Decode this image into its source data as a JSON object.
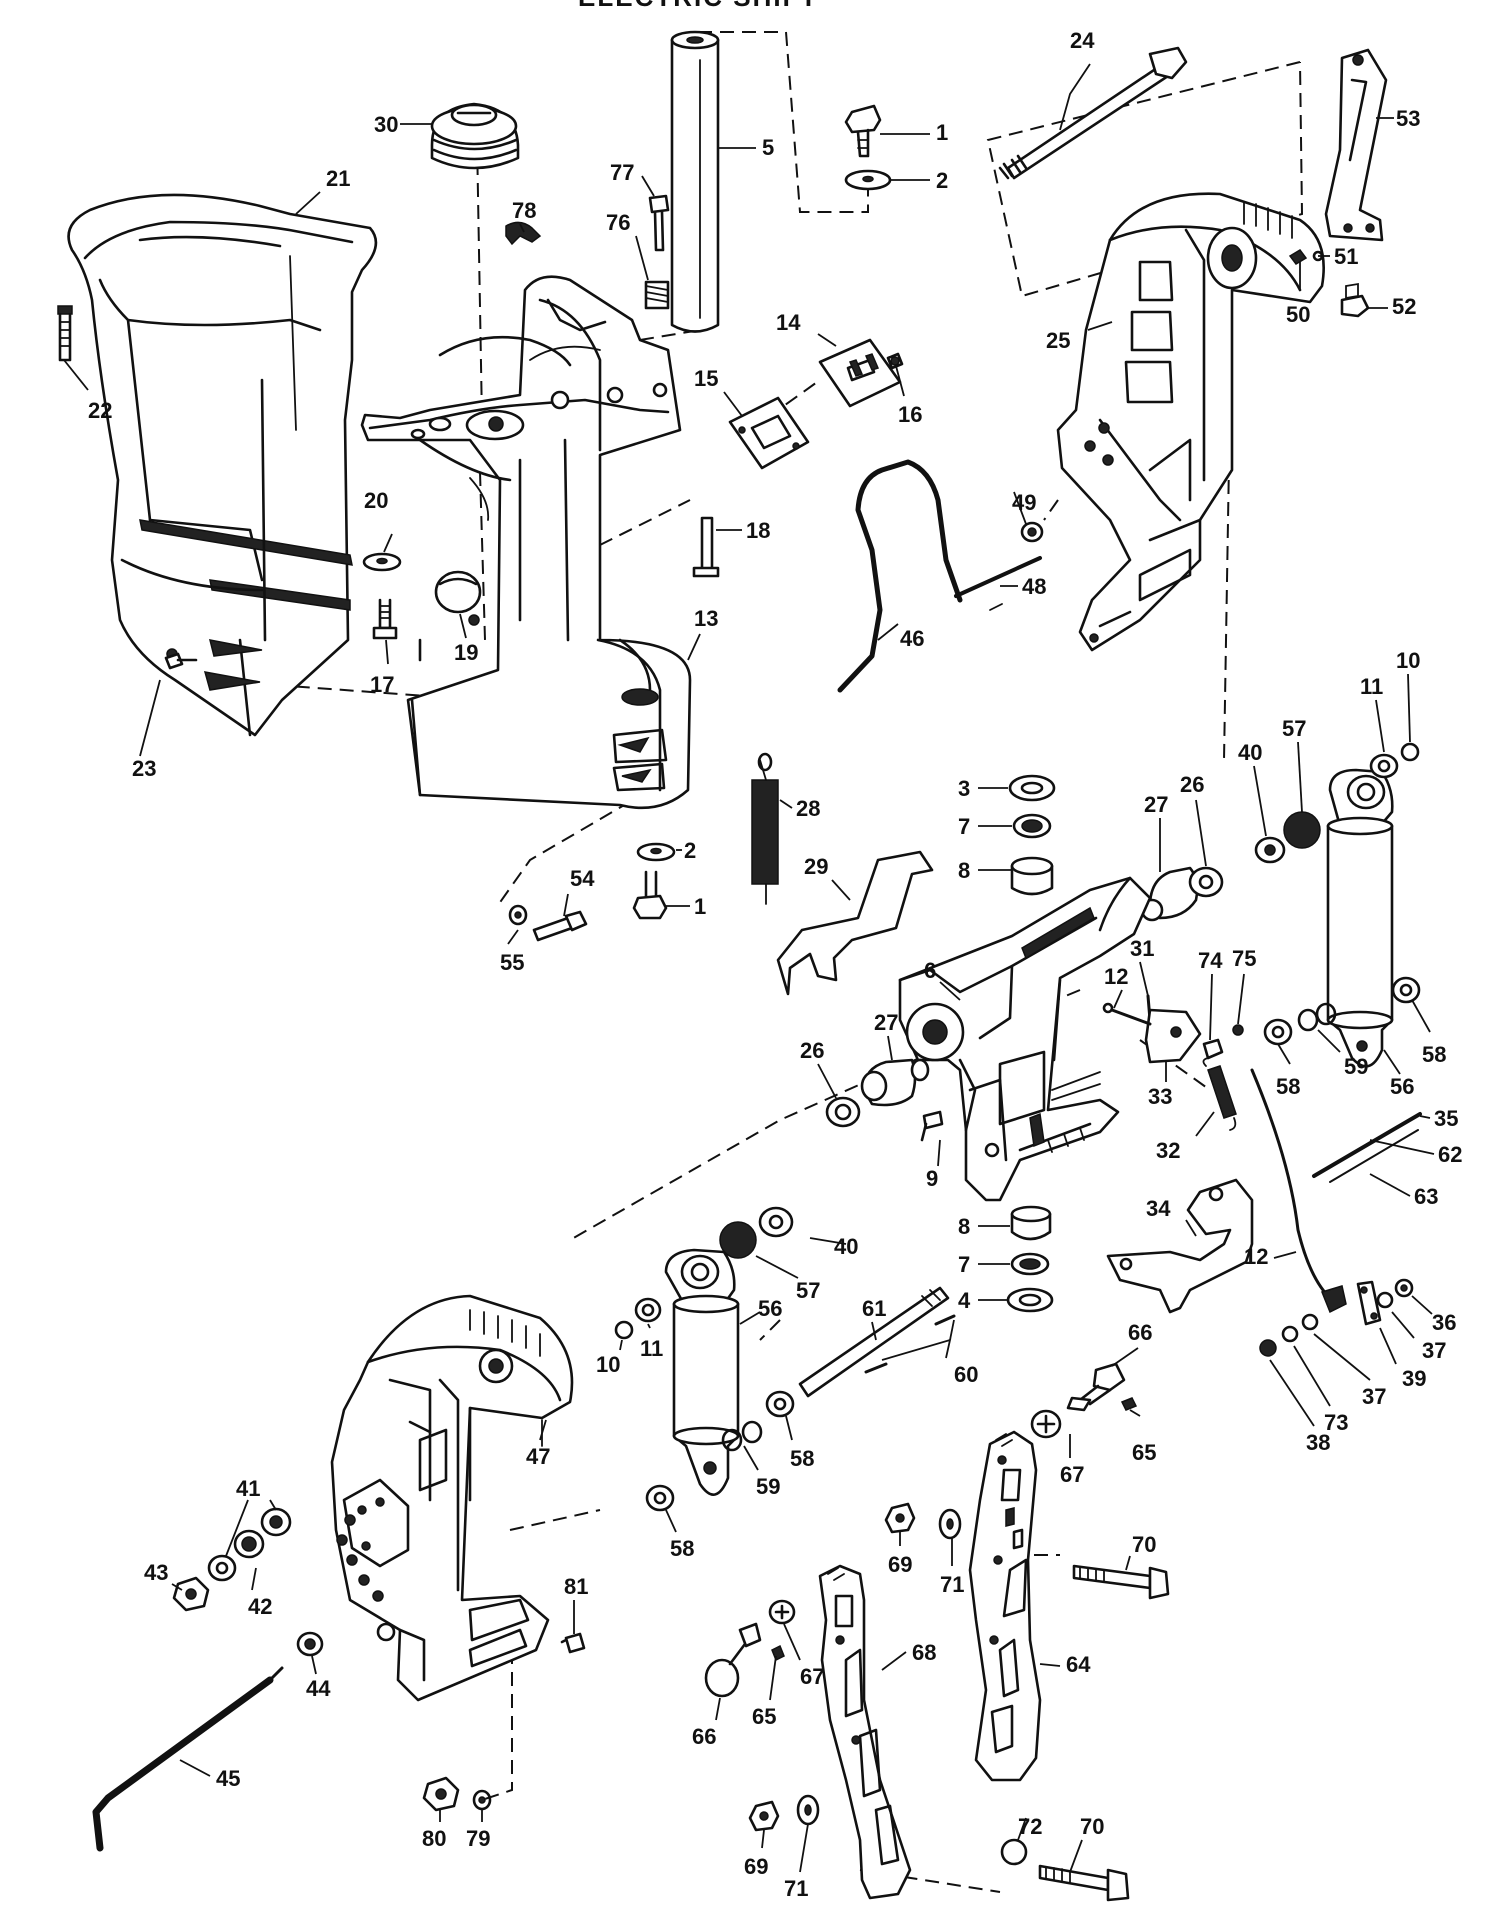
{
  "header": {
    "title": "ELECTRIC SHIFT"
  },
  "callouts": {
    "c1a": "1",
    "c1b": "1",
    "c2a": "2",
    "c2b": "2",
    "c3": "3",
    "c4": "4",
    "c5": "5",
    "c6": "6",
    "c7a": "7",
    "c7b": "7",
    "c8a": "8",
    "c8b": "8",
    "c9": "9",
    "c10a": "10",
    "c10b": "10",
    "c11a": "11",
    "c11b": "11",
    "c12a": "12",
    "c12b": "12",
    "c13": "13",
    "c14": "14",
    "c15": "15",
    "c16": "16",
    "c17": "17",
    "c18": "18",
    "c19": "19",
    "c20": "20",
    "c21": "21",
    "c22": "22",
    "c23": "23",
    "c24": "24",
    "c25": "25",
    "c26a": "26",
    "c26b": "26",
    "c27a": "27",
    "c27b": "27",
    "c28": "28",
    "c29": "29",
    "c30": "30",
    "c31": "31",
    "c32": "32",
    "c33": "33",
    "c34": "34",
    "c35": "35",
    "c36": "36",
    "c37a": "37",
    "c37b": "37",
    "c38": "38",
    "c39": "39",
    "c40a": "40",
    "c40b": "40",
    "c41": "41",
    "c42": "42",
    "c43": "43",
    "c44": "44",
    "c45": "45",
    "c46": "46",
    "c47": "47",
    "c48": "48",
    "c49": "49",
    "c50": "50",
    "c51": "51",
    "c52": "52",
    "c53": "53",
    "c54": "54",
    "c55": "55",
    "c56a": "56",
    "c56b": "56",
    "c57a": "57",
    "c57b": "57",
    "c58a": "58",
    "c58b": "58",
    "c58c": "58",
    "c58d": "58",
    "c59a": "59",
    "c59b": "59",
    "c60": "60",
    "c61": "61",
    "c62": "62",
    "c63": "63",
    "c64": "64",
    "c65a": "65",
    "c65b": "65",
    "c66a": "66",
    "c66b": "66",
    "c67a": "67",
    "c67b": "67",
    "c68": "68",
    "c69a": "69",
    "c69b": "69",
    "c70a": "70",
    "c70b": "70",
    "c71a": "71",
    "c71b": "71",
    "c72": "72",
    "c73": "73",
    "c74": "74",
    "c75": "75",
    "c76": "76",
    "c77": "77",
    "c78": "78",
    "c79": "79",
    "c80": "80",
    "c81": "81"
  }
}
